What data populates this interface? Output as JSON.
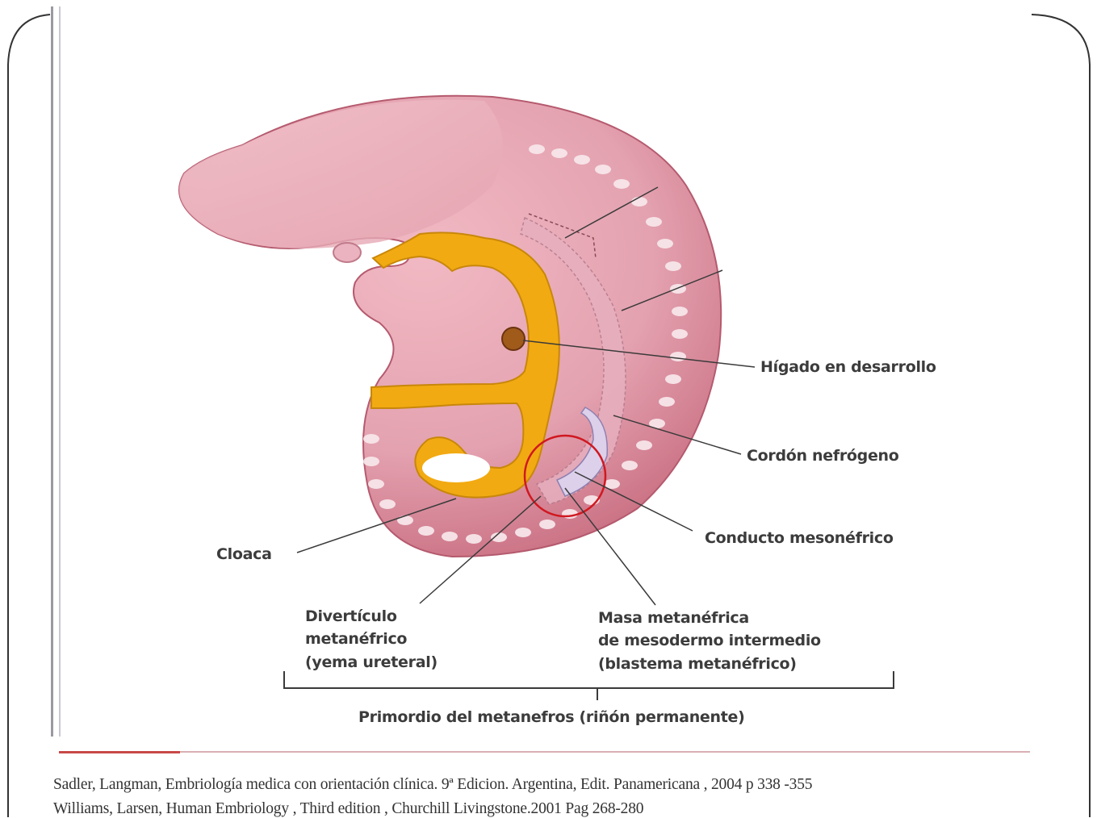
{
  "labels": {
    "higado": "Hígado en desarrollo",
    "cordon": "Cordón nefrógeno",
    "conducto": "Conducto mesonéfrico",
    "cloaca": "Cloaca",
    "diverticulo_1": "Divertículo",
    "diverticulo_2": "metanéfrico",
    "diverticulo_3": "(yema ureteral)",
    "masa_1": "Masa metanéfrica",
    "masa_2": "de mesodermo intermedio",
    "masa_3": "(blastema metanéfrico)",
    "primordio": "Primordio del metanefros (riñón permanente)"
  },
  "references": {
    "line1": "Sadler, Langman, Embriología medica con orientación clínica. 9ª  Edicion. Argentina, Edit. Panamericana , 2004  p 338 -355",
    "line2": "Williams, Larsen, Human Embriology , Third edition , Churchill Livingstone.2001 Pag 268-280"
  },
  "colors": {
    "embryo": "#d9899a",
    "mesonephric": "#f2aa12",
    "highlight_circle": "#d01820"
  }
}
